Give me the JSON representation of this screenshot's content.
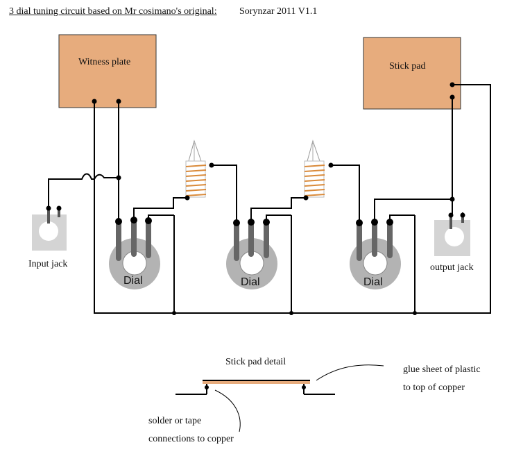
{
  "header": {
    "title": "3 dial tuning circuit based on Mr cosimano's original:",
    "author_version": "Sorynzar 2011 V1.1"
  },
  "components": {
    "witness_plate_label": "Witness plate",
    "stick_pad_label": "Stick pad",
    "input_jack_label": "Input jack",
    "output_jack_label": "output jack",
    "dial_labels": [
      "Dial",
      "Dial",
      "Dial"
    ]
  },
  "detail": {
    "title": "Stick pad detail",
    "glue_note_line1": "glue sheet of plastic",
    "glue_note_line2": "to top of copper",
    "solder_note_line1": "solder or tape",
    "solder_note_line2": "connections to copper"
  },
  "colors": {
    "plate_fill": "#e7ac7d",
    "wire": "#000000",
    "dial_body": "#b3b3b3",
    "dial_leg": "#666666",
    "coil_copper": "#d98a3a",
    "copper_strip": "#e7ac7d"
  }
}
